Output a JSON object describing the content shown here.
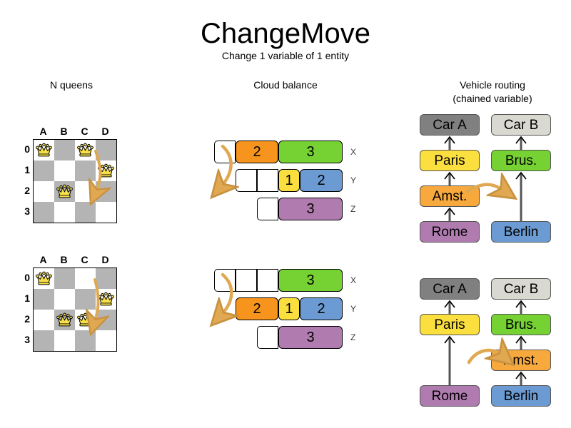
{
  "header": {
    "title": "ChangeMove",
    "subtitle": "Change 1 variable of 1 entity"
  },
  "sections": {
    "nqueens": {
      "label": "N queens"
    },
    "cloud": {
      "label": "Cloud balance"
    },
    "vehicle": {
      "label_line1": "Vehicle routing",
      "label_line2": "(chained variable)"
    }
  },
  "nqueens": {
    "files": [
      "A",
      "B",
      "C",
      "D"
    ],
    "ranks": [
      "0",
      "1",
      "2",
      "3"
    ],
    "before": {
      "queens": [
        {
          "file": 0,
          "rank": 0
        },
        {
          "file": 2,
          "rank": 0
        },
        {
          "file": 3,
          "rank": 1
        },
        {
          "file": 1,
          "rank": 2
        }
      ],
      "move": {
        "from_file": 2,
        "from_rank": 0,
        "to_file": 2,
        "to_rank": 2
      }
    },
    "after": {
      "queens": [
        {
          "file": 0,
          "rank": 0
        },
        {
          "file": 3,
          "rank": 1
        },
        {
          "file": 1,
          "rank": 2
        },
        {
          "file": 2,
          "rank": 2
        }
      ],
      "move": {
        "from_file": 2,
        "from_rank": 0,
        "to_file": 2,
        "to_rank": 2
      }
    }
  },
  "cloud": {
    "computers": [
      "X",
      "Y",
      "Z"
    ],
    "before": [
      {
        "computer": "X",
        "start": 0,
        "empty": 1,
        "processes": [
          {
            "value": "2",
            "size": 2,
            "color": "#f7941e"
          },
          {
            "value": "3",
            "size": 3,
            "color": "#76d233"
          }
        ]
      },
      {
        "computer": "Y",
        "start": 2,
        "empty": 2,
        "processes": [
          {
            "value": "1",
            "size": 1,
            "color": "#fbdf3f"
          },
          {
            "value": "2",
            "size": 2,
            "color": "#6b9bd2"
          }
        ]
      },
      {
        "computer": "Z",
        "start": 4,
        "empty": 1,
        "processes": [
          {
            "value": "3",
            "size": 3,
            "color": "#b07cb0"
          }
        ]
      }
    ],
    "after": [
      {
        "computer": "X",
        "start": 0,
        "empty": 3,
        "processes": [
          {
            "value": "3",
            "size": 3,
            "color": "#76d233"
          }
        ]
      },
      {
        "computer": "Y",
        "start": 2,
        "empty": 0,
        "processes": [
          {
            "value": "2",
            "size": 2,
            "color": "#f7941e"
          },
          {
            "value": "1",
            "size": 1,
            "color": "#fbdf3f"
          },
          {
            "value": "2",
            "size": 2,
            "color": "#6b9bd2"
          }
        ]
      },
      {
        "computer": "Z",
        "start": 4,
        "empty": 1,
        "processes": [
          {
            "value": "3",
            "size": 3,
            "color": "#b07cb0"
          }
        ]
      }
    ],
    "moved_process": "2"
  },
  "vehicle": {
    "before": {
      "chains": [
        {
          "vehicle": "Car A",
          "vehicle_color": "#808080",
          "stops": [
            {
              "label": "Paris",
              "color": "#fbdf3f"
            },
            {
              "label": "Amst.",
              "color": "#f7a93e"
            },
            {
              "label": "Rome",
              "color": "#b07cb0"
            }
          ]
        },
        {
          "vehicle": "Car B",
          "vehicle_color": "#d9d9d1",
          "stops": [
            {
              "label": "Brus.",
              "color": "#76d233"
            },
            {
              "label": "Berlin",
              "color": "#6b9bd2"
            }
          ]
        }
      ]
    },
    "after": {
      "chains": [
        {
          "vehicle": "Car A",
          "vehicle_color": "#808080",
          "stops": [
            {
              "label": "Paris",
              "color": "#fbdf3f"
            },
            {
              "label": "Rome",
              "color": "#b07cb0"
            }
          ]
        },
        {
          "vehicle": "Car B",
          "vehicle_color": "#d9d9d1",
          "stops": [
            {
              "label": "Brus.",
              "color": "#76d233"
            },
            {
              "label": "Amst.",
              "color": "#f7a93e"
            },
            {
              "label": "Berlin",
              "color": "#6b9bd2"
            }
          ]
        }
      ]
    },
    "moved_stop": "Amst."
  },
  "colors": {
    "arrow": "#e0a951",
    "board_dark": "#b4b4b4",
    "board_light": "#ffffff",
    "chain_line": "#555555"
  }
}
